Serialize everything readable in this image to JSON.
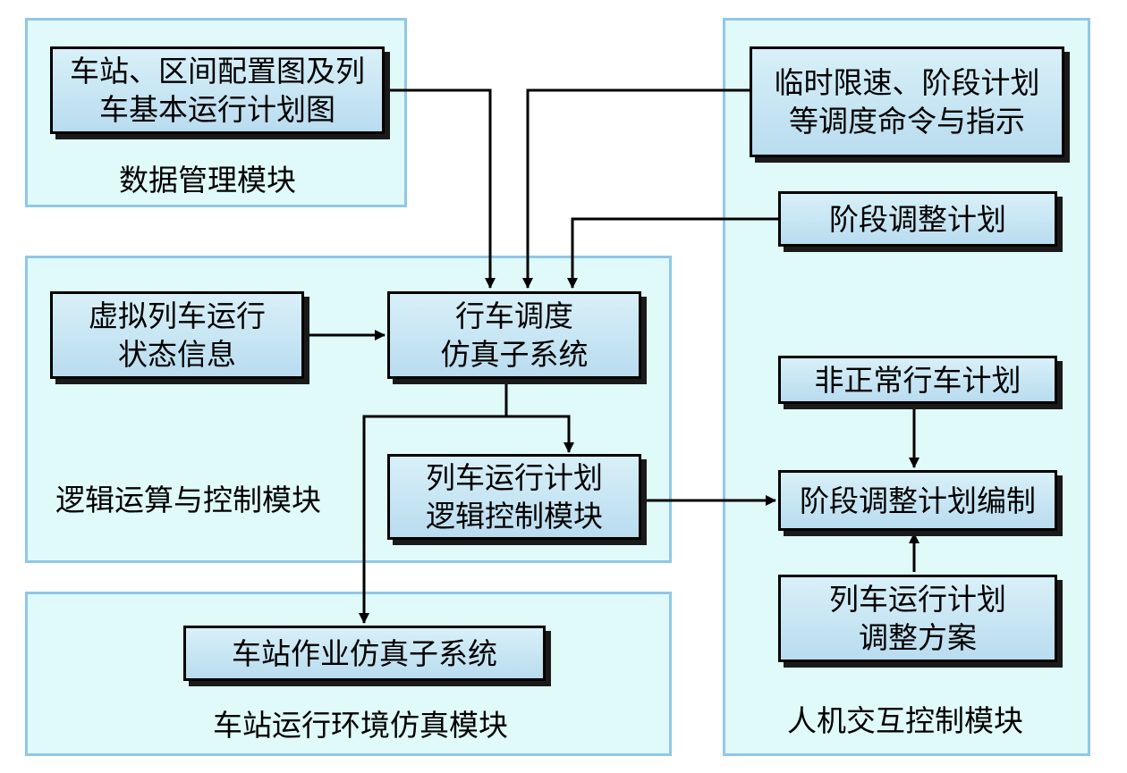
{
  "modules": {
    "data_mgmt": "数据管理模块",
    "logic": "逻辑运算与控制模块",
    "station_env": "车站运行环境仿真模块",
    "hmi": "人机交互控制模块"
  },
  "nodes": {
    "station_layout": "车站、区间配置图及列\n车基本运行计划图",
    "speed_limit": "临时限速、阶段计划\n等调度命令与指示",
    "stage_plan": "阶段调整计划",
    "virtual_train": "虚拟列车运行\n状态信息",
    "dispatch_sim": "行车调度\n仿真子系统",
    "abnormal_plan": "非正常行车计划",
    "logic_ctrl": "列车运行计划\n逻辑控制模块",
    "stage_compile": "阶段调整计划编制",
    "adjust_scheme": "列车运行计划\n调整方案",
    "station_ops": "车站作业仿真子系统"
  },
  "colors": {
    "module_fill": "#dffaf9",
    "module_border": "#8fc8e8",
    "node_fill_top": "#d8f0f8",
    "node_fill_bottom": "#b9dcef",
    "line": "#000000"
  }
}
